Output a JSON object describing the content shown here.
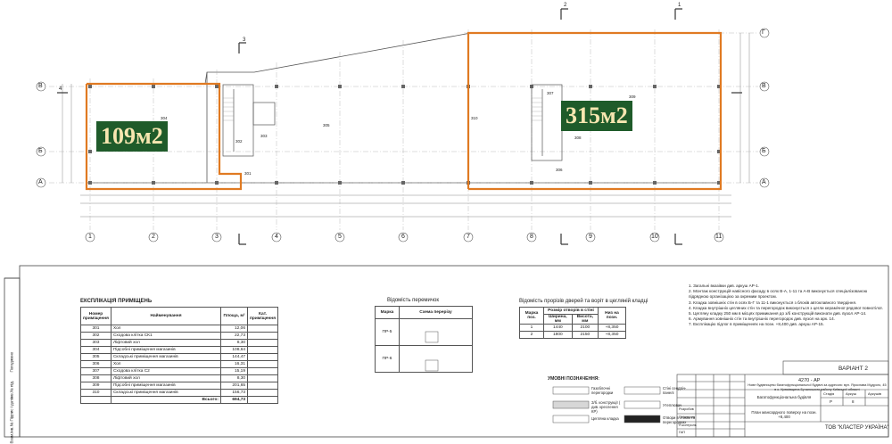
{
  "area_labels": {
    "left": "109м2",
    "right": "315м2"
  },
  "axes_numbers": [
    "1",
    "2",
    "3",
    "4",
    "5",
    "6",
    "7",
    "8",
    "9",
    "10",
    "11"
  ],
  "axes_letters_left": [
    "В",
    "Б",
    "А"
  ],
  "axes_letters_right": [
    "Г",
    "В",
    "Б",
    "А"
  ],
  "section_marks": [
    "2",
    "1",
    "3",
    "4"
  ],
  "rooms": [
    "301",
    "302",
    "303",
    "304",
    "305",
    "306",
    "307",
    "308",
    "309",
    "310"
  ],
  "explication": {
    "title": "ЕКСПЛІКАЦІЯ ПРИМІЩЕНЬ",
    "headers": [
      "Номер приміщення",
      "Найменування",
      "Площа, м²",
      "Кат. приміщення"
    ],
    "rows": [
      [
        "301",
        "Хол",
        "12,06",
        ""
      ],
      [
        "302",
        "Сходова клітка СК1",
        "22,73",
        ""
      ],
      [
        "303",
        "Ліфтовий хол",
        "8,30",
        ""
      ],
      [
        "304",
        "Підсобні приміщення магазинів",
        "108,64",
        ""
      ],
      [
        "305",
        "Складські приміщення магазинів",
        "144,47",
        ""
      ],
      [
        "306",
        "Хол",
        "16,31",
        ""
      ],
      [
        "307",
        "Сходова клітка С2",
        "15,19",
        ""
      ],
      [
        "308",
        "Ліфтовий хол",
        "8,30",
        ""
      ],
      [
        "309",
        "Підсобні приміщення магазинів",
        "201,65",
        ""
      ],
      [
        "310",
        "Складські приміщення магазинів",
        "156,73",
        ""
      ]
    ],
    "total_label": "Всього:",
    "total_value": "694,73"
  },
  "partitions": {
    "title": "Відомість перемичок",
    "headers": [
      "Марка",
      "Схема перерізу"
    ],
    "rows": [
      "ПР-5",
      "ПР-6"
    ]
  },
  "openings": {
    "title": "Відомість прорізів дверей та воріт в цегляній кладці",
    "headers": [
      "Марка поз.",
      "Розмір отворів в стіні",
      "Низ на позн."
    ],
    "subheaders": [
      "Ширина, мм",
      "Висота, мм"
    ],
    "rows": [
      [
        "1",
        "1440",
        "2100",
        "+8,350"
      ],
      [
        "2",
        "1800",
        "2150",
        "+8,350"
      ]
    ]
  },
  "legend": {
    "title": "УМОВНІ ПОЗНАЧЕННЯ:",
    "items": [
      "Газоблочні перегородки",
      "З/б. конструкції ( див. креслення КР)",
      "Цегляна кладка",
      "Стіні сендвіч-панелі",
      "Утеплювач",
      "Отвори в стінах та перегородках"
    ]
  },
  "notes": [
    "1. Загальні вказівки див. аркуш АР-1.",
    "2. Монтаж конструкцій навісного фасаду в осях В-А, 1-11 та А-В виконується спеціалізованою підрядною організацією за окремим проектом.",
    "3. Кладка зовнішніх стін в осях Б-Г та 11-1 виконується з блоків автоклавного твердіння.",
    "4. Кладка внутрішніх цегляних стін та перегородок виконується з цегли керамічної рядової повнотілої.",
    "5. Цегляну кладку 250 мм в місцях примикання до з/б конструкцій виконати див. вузол АР-14.",
    "6. Армування зовнішніх стін та внутрішніх перегородок див. вузол на арк. 14.",
    "7. Експлікацію підлог в приміщеннях на позн. +8,400 див. аркуш АР-15."
  ],
  "stamp": {
    "variant": "ВАРІАНТ 2",
    "code": "4270 - АР",
    "project": "Нове будівництво багатофункціональної будівлі за адресою: вул. Ярослава Мудрого, 45 в с. Крюківщина Бучанського району Київської області",
    "object": "Багатофункціональна будівля",
    "sheet_title": "План мансардного поверху на позн. +8,400",
    "stage_headers": [
      "Стадія",
      "Аркуш",
      "Аркушів"
    ],
    "stage_values": [
      "Р",
      "8",
      ""
    ],
    "company": "ТОВ \"КЛАСТЕР УКРАЇНА\"",
    "roles": [
      "Розробив",
      "Перевірив",
      "Н.контроль",
      "ГАП"
    ]
  },
  "side_stamp": [
    "Погоджено",
    "Інв.№ під.",
    "Підпис і дата",
    "Взам.інв.№"
  ]
}
